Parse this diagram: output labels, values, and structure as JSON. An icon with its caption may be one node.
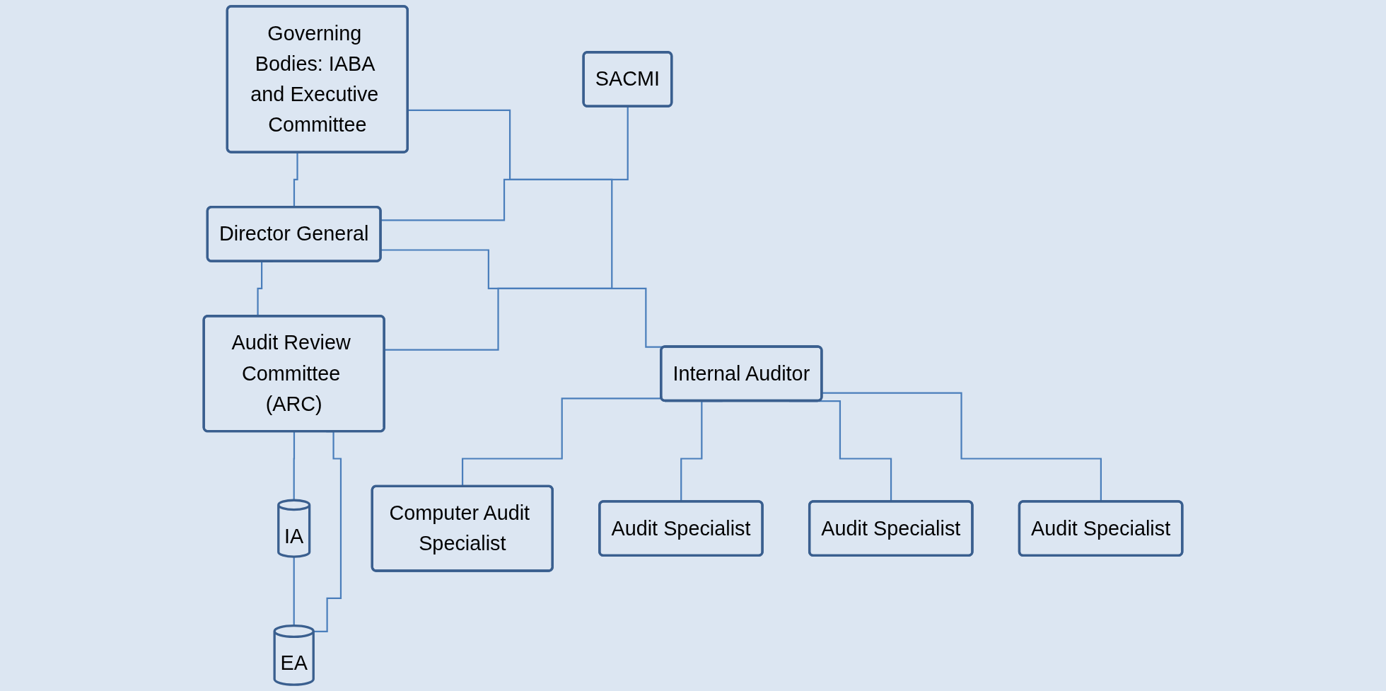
{
  "diagram": {
    "nodes": [
      {
        "text": [
          "Governing Bodies: IABA and Executive Committee"
        ]
      },
      {
        "text": [
          "Audit Review Committee (ARC)"
        ]
      },
      {
        "text": [
          "SACMI"
        ]
      },
      {
        "text": [
          "Director General"
        ]
      },
      {
        "text": [
          "IA"
        ]
      },
      {
        "text": [
          "EA"
        ]
      },
      {
        "text": [
          "Internal Auditor"
        ]
      },
      {
        "text": [
          "Computer Audit Specialist"
        ]
      },
      {
        "text": [
          "Audit Specialist"
        ]
      },
      {
        "text": [
          "Audit Specialist"
        ]
      },
      {
        "text": [
          "Audit Specialist"
        ]
      }
    ],
    "edges": [
      {
        "from": 0,
        "to": 3,
        "arrow": "none"
      },
      {
        "from": 0,
        "to": 1,
        "arrow": "none"
      },
      {
        "from": 3,
        "to": 1,
        "arrow": "none"
      },
      {
        "from": 2,
        "to": 3,
        "arrow": "none"
      },
      {
        "from": 3,
        "to": 6,
        "arrow": "none"
      },
      {
        "from": 1,
        "to": 4,
        "arrow": "none"
      },
      {
        "from": 1,
        "to": 5,
        "arrow": "none"
      },
      {
        "from": 4,
        "to": 5,
        "arrow": "none"
      },
      {
        "from": 6,
        "to": 7,
        "arrow": "none"
      },
      {
        "from": 6,
        "to": 8,
        "arrow": "none"
      },
      {
        "from": 6,
        "to": 9,
        "arrow": "none"
      },
      {
        "from": 6,
        "to": 10,
        "arrow": "none"
      }
    ]
  }
}
